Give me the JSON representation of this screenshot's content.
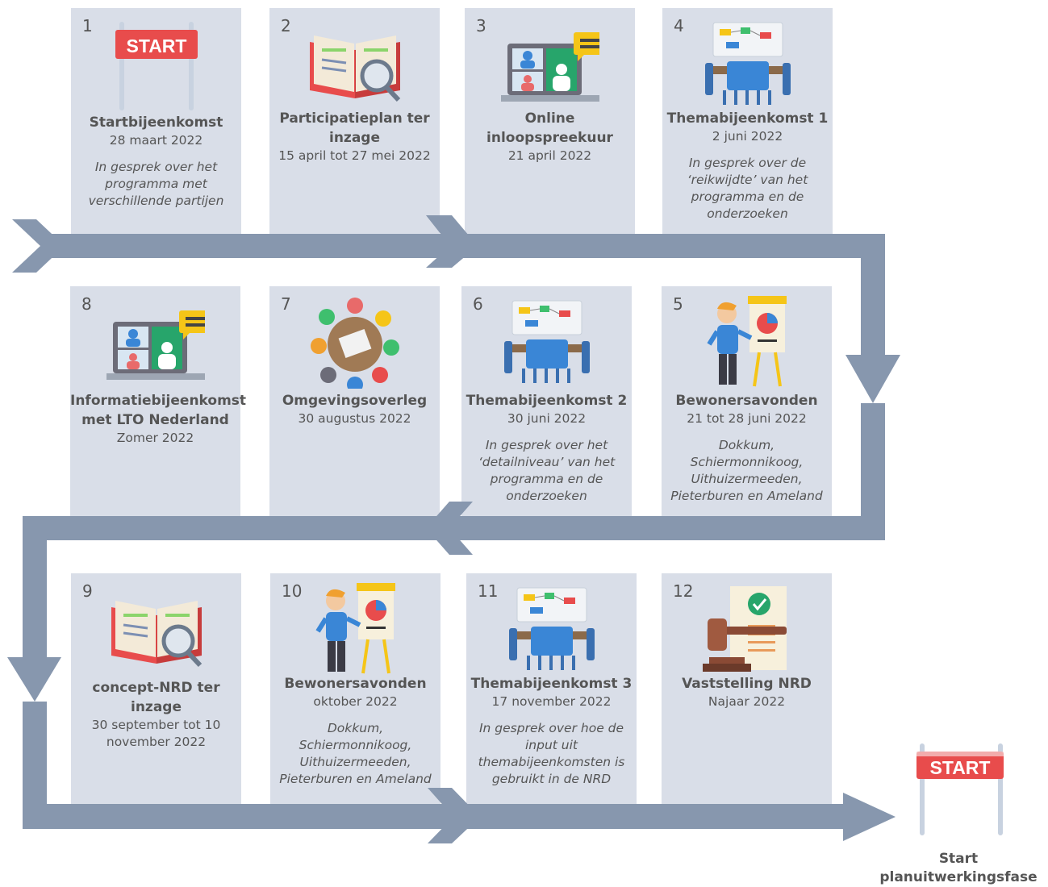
{
  "steps": [
    {
      "num": "1",
      "title": "Startbijeenkomst",
      "date": "28 maart 2022",
      "desc": "In gesprek over het programma met verschillende partijen",
      "icon": "start-banner-icon"
    },
    {
      "num": "2",
      "title": "Participatieplan ter inzage",
      "date": "15 april tot 27 mei 2022",
      "desc": "",
      "icon": "book-magnifier-icon"
    },
    {
      "num": "3",
      "title": "Online inloopspreekuur",
      "date": "21 april 2022",
      "desc": "",
      "icon": "video-call-icon"
    },
    {
      "num": "4",
      "title": "Themabijeenkomst 1",
      "date": "2 juni 2022",
      "desc": "In gesprek over de ‘reikwijdte’ van het programma en de onderzoeken",
      "icon": "meeting-table-icon"
    },
    {
      "num": "5",
      "title": "Bewonersavonden",
      "date": "21 tot 28 juni 2022",
      "desc": "Dokkum, Schiermonnikoog, Uithuizermeeden, Pieterburen en Ameland",
      "icon": "presenter-icon"
    },
    {
      "num": "6",
      "title": "Themabijeenkomst 2",
      "date": "30 juni 2022",
      "desc": "In gesprek over het ‘detailniveau’ van het programma en de onderzoeken",
      "icon": "meeting-table-icon"
    },
    {
      "num": "7",
      "title": "Omgevingsoverleg",
      "date": "30 augustus 2022",
      "desc": "",
      "icon": "group-circle-icon"
    },
    {
      "num": "8",
      "title": "Informatiebijeenkomst met LTO Nederland",
      "date": "Zomer 2022",
      "desc": "",
      "icon": "video-call-icon"
    },
    {
      "num": "9",
      "title": "concept-NRD ter inzage",
      "date": "30 september tot 10 november 2022",
      "desc": "",
      "icon": "book-magnifier-icon"
    },
    {
      "num": "10",
      "title": "Bewonersavonden",
      "date": "oktober 2022",
      "desc": "Dokkum, Schiermonnikoog, Uithuizermeeden, Pieterburen en Ameland",
      "icon": "presenter-icon"
    },
    {
      "num": "11",
      "title": "Themabijeenkomst 3",
      "date": "17 november 2022",
      "desc": "In gesprek over hoe de input uit themabijeenkomsten is gebruikt in de NRD",
      "icon": "meeting-table-icon"
    },
    {
      "num": "12",
      "title": "Vaststelling NRD",
      "date": "Najaar 2022",
      "desc": "",
      "icon": "gavel-document-icon"
    }
  ],
  "final": {
    "banner_text": "START",
    "label": "Start planuitwerkingsfase"
  },
  "banner_text": "START",
  "colors": {
    "card": "#d9dee8",
    "arrow": "#8797ae",
    "text": "#555555",
    "banner": "#e84c4c"
  }
}
